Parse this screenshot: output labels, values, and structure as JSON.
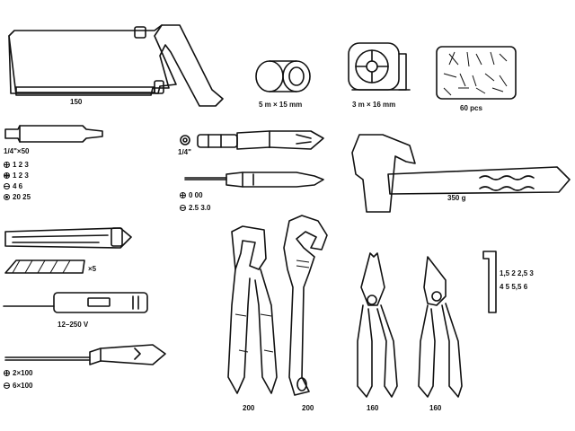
{
  "labels": {
    "hacksaw": "150",
    "tape": "5 m × 15 mm",
    "measure": "3 m × 16 mm",
    "anchors": "60 pcs",
    "bit_size": "1/4\"×50",
    "socket": "1/4\"",
    "hammer": "350 g",
    "knife_blades": "×5",
    "tester": "12–250 V",
    "plier1": "200",
    "wrench": "200",
    "plier2": "160",
    "cutter": "160",
    "hex_row1": "1,5   2   2,5   3",
    "hex_row2": "4   5   5,5   6"
  },
  "bits": [
    {
      "icon": "phillips-icon",
      "text": "1   2   3"
    },
    {
      "icon": "pozidriv-icon",
      "text": "1   2   3"
    },
    {
      "icon": "slotted-icon",
      "text": "4   6"
    },
    {
      "icon": "torx-icon",
      "text": "20   25"
    }
  ],
  "precision": [
    {
      "icon": "phillips-icon",
      "text": "0   00"
    },
    {
      "icon": "slotted-icon",
      "text": "2.5   3.0"
    }
  ],
  "screwdriver": [
    {
      "icon": "phillips-icon",
      "text": "2×100"
    },
    {
      "icon": "slotted-icon",
      "text": "6×100"
    }
  ]
}
